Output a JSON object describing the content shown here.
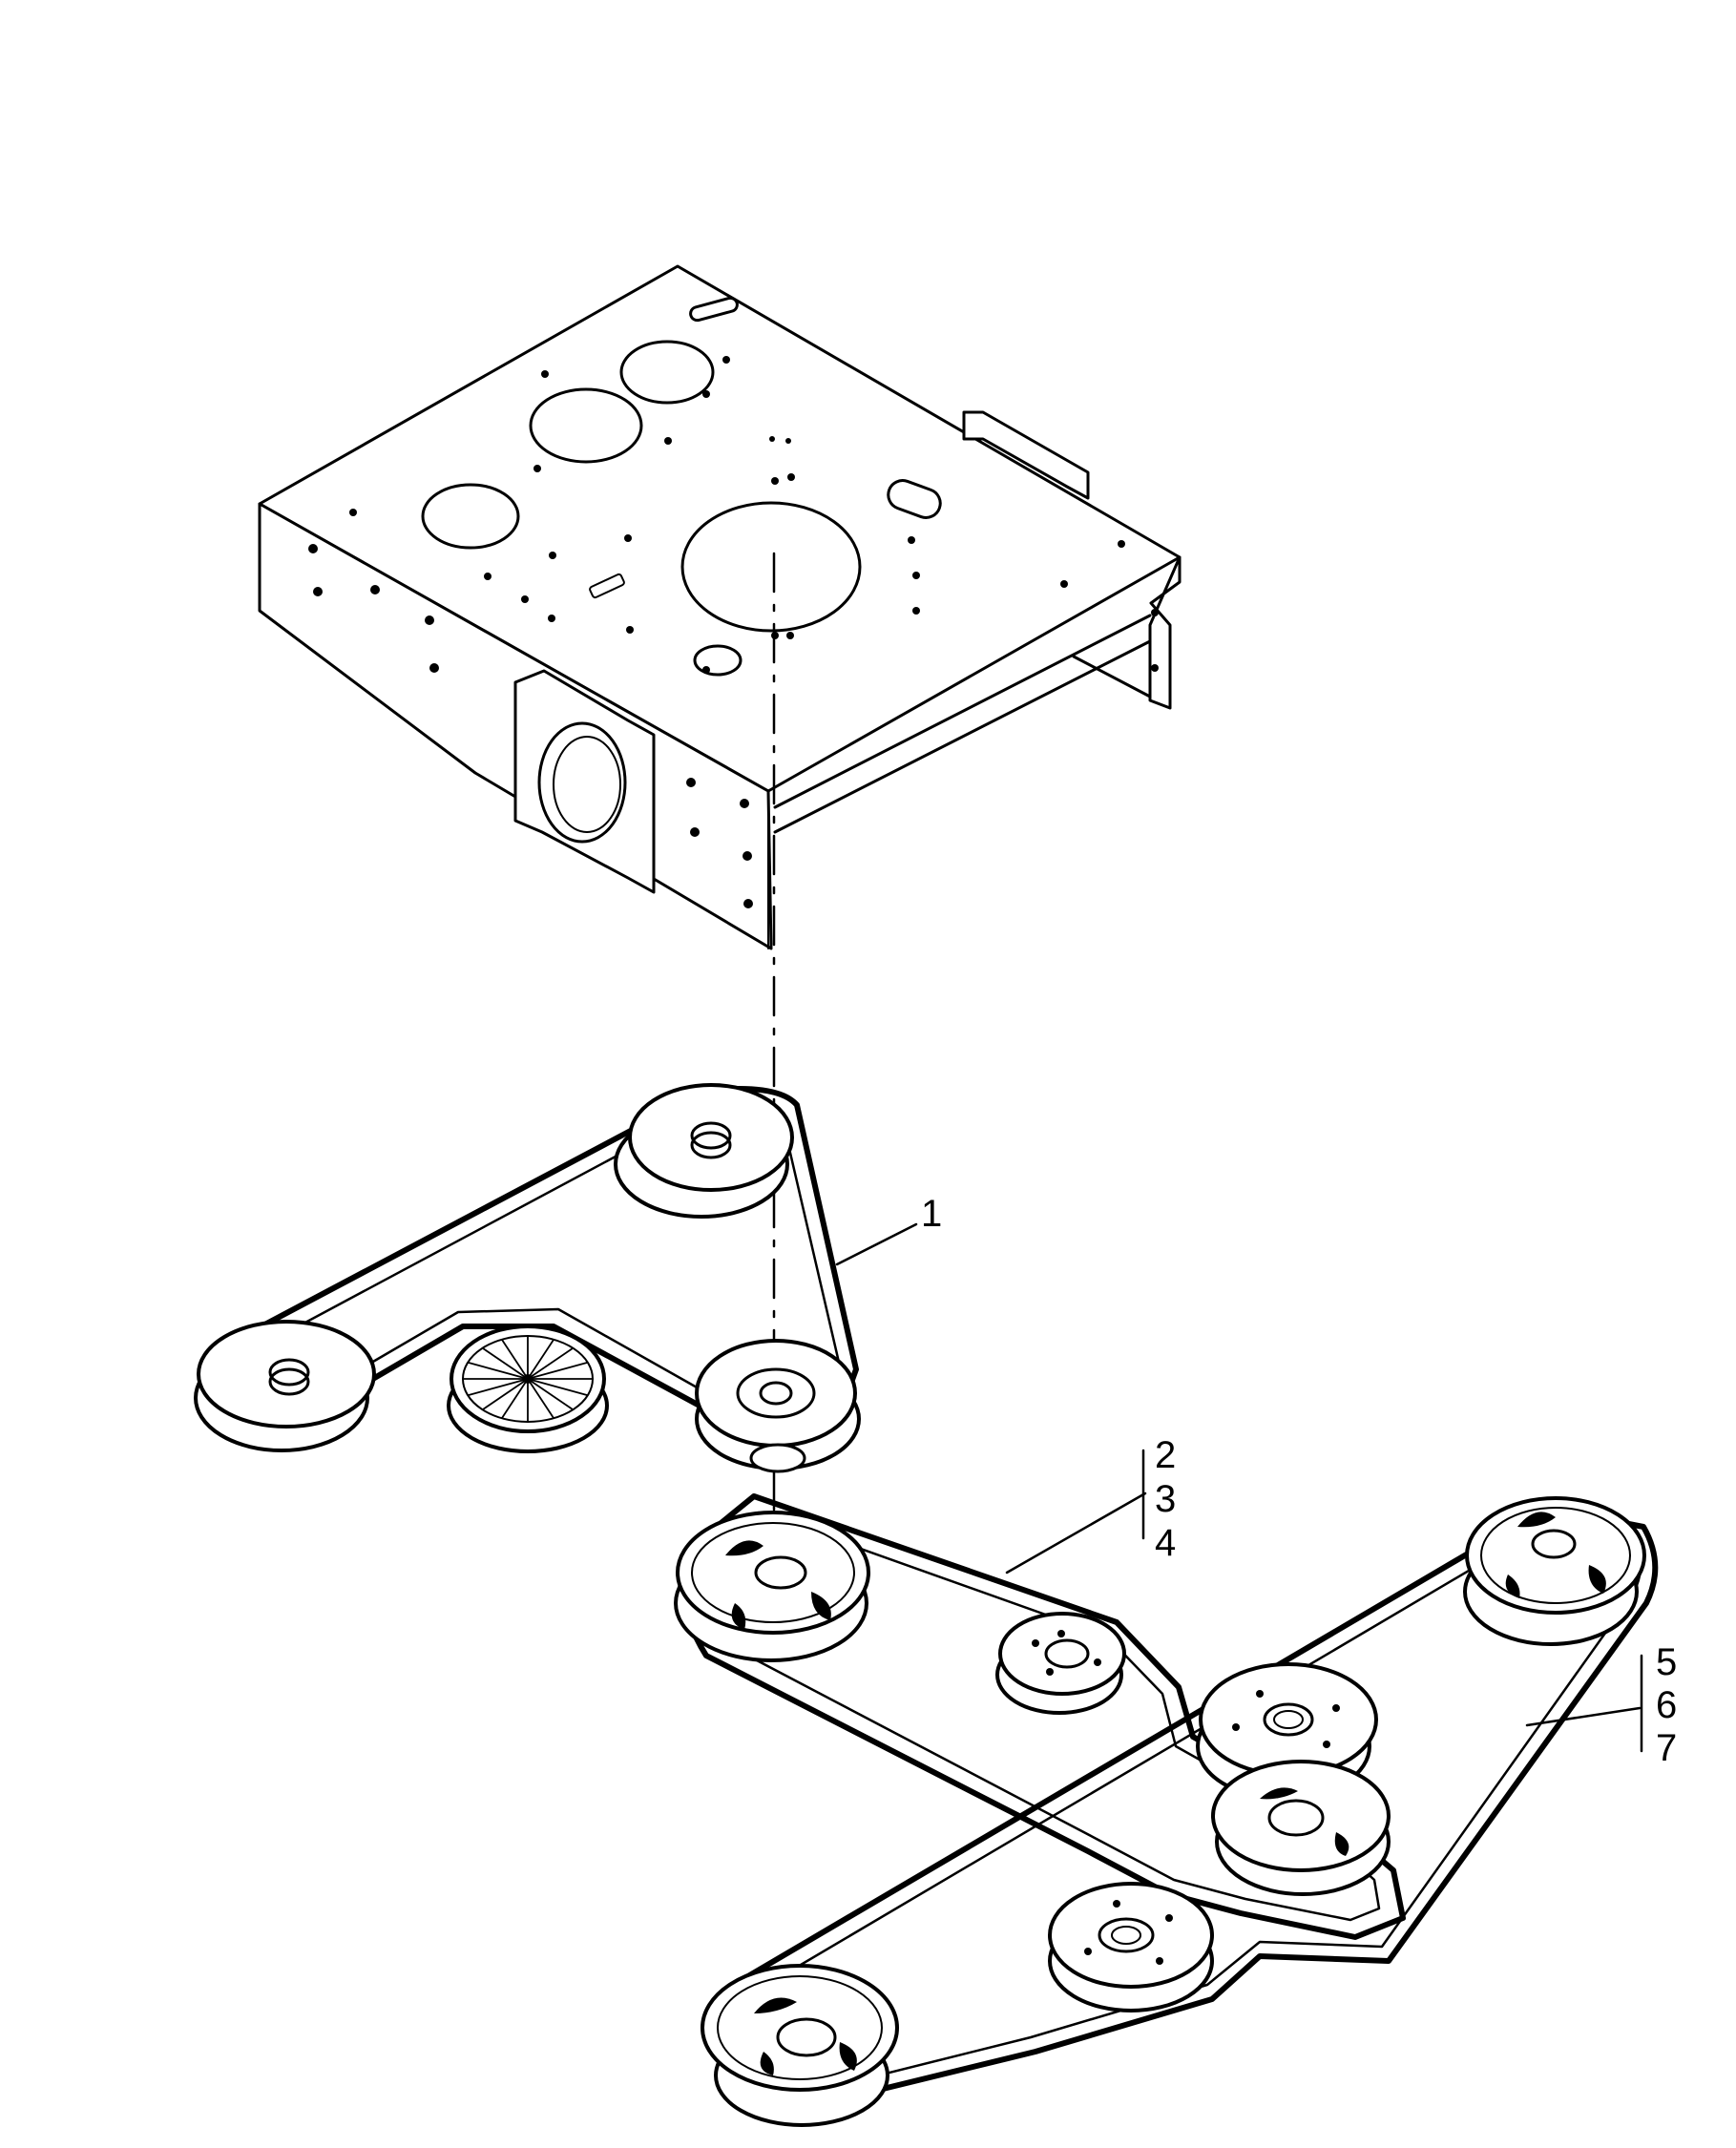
{
  "diagram": {
    "callouts": [
      {
        "id": "c1",
        "text": "1"
      },
      {
        "id": "c2",
        "text": "2"
      },
      {
        "id": "c3",
        "text": "3"
      },
      {
        "id": "c4",
        "text": "4"
      },
      {
        "id": "c5",
        "text": "5"
      },
      {
        "id": "c6",
        "text": "6"
      },
      {
        "id": "c7",
        "text": "7"
      }
    ],
    "colors": {
      "ink": "#000000",
      "paper": "#ffffff"
    }
  }
}
